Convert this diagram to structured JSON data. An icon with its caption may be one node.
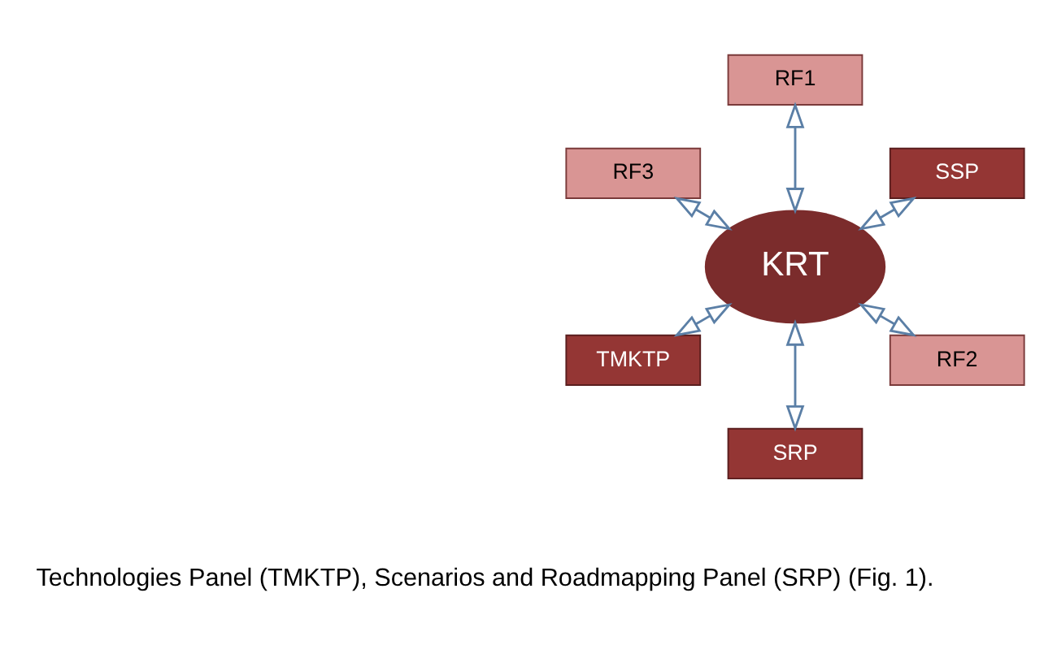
{
  "diagram": {
    "nodes": [
      {
        "text": [
          "SSP"
        ]
      },
      {
        "text": [
          "RF1"
        ]
      },
      {
        "text": [
          "RF3"
        ]
      },
      {
        "text": [
          "KRT"
        ]
      },
      {
        "text": [
          "TMKTP"
        ]
      },
      {
        "text": [
          "SRP"
        ]
      },
      {
        "text": [
          "RF2"
        ]
      }
    ],
    "edges": [
      {
        "from": 3,
        "to": 0,
        "arrow": "both"
      },
      {
        "from": 3,
        "to": 1,
        "arrow": "both"
      },
      {
        "from": 3,
        "to": 2,
        "arrow": "both"
      },
      {
        "from": 3,
        "to": 4,
        "arrow": "both"
      },
      {
        "from": 3,
        "to": 5,
        "arrow": "both"
      },
      {
        "from": 3,
        "to": 6,
        "arrow": "both"
      }
    ],
    "labels": [
      "Technologies Panel (TMKTP), Scenarios and Roadmapping Panel (SRP) (Fig. 1)."
    ]
  }
}
